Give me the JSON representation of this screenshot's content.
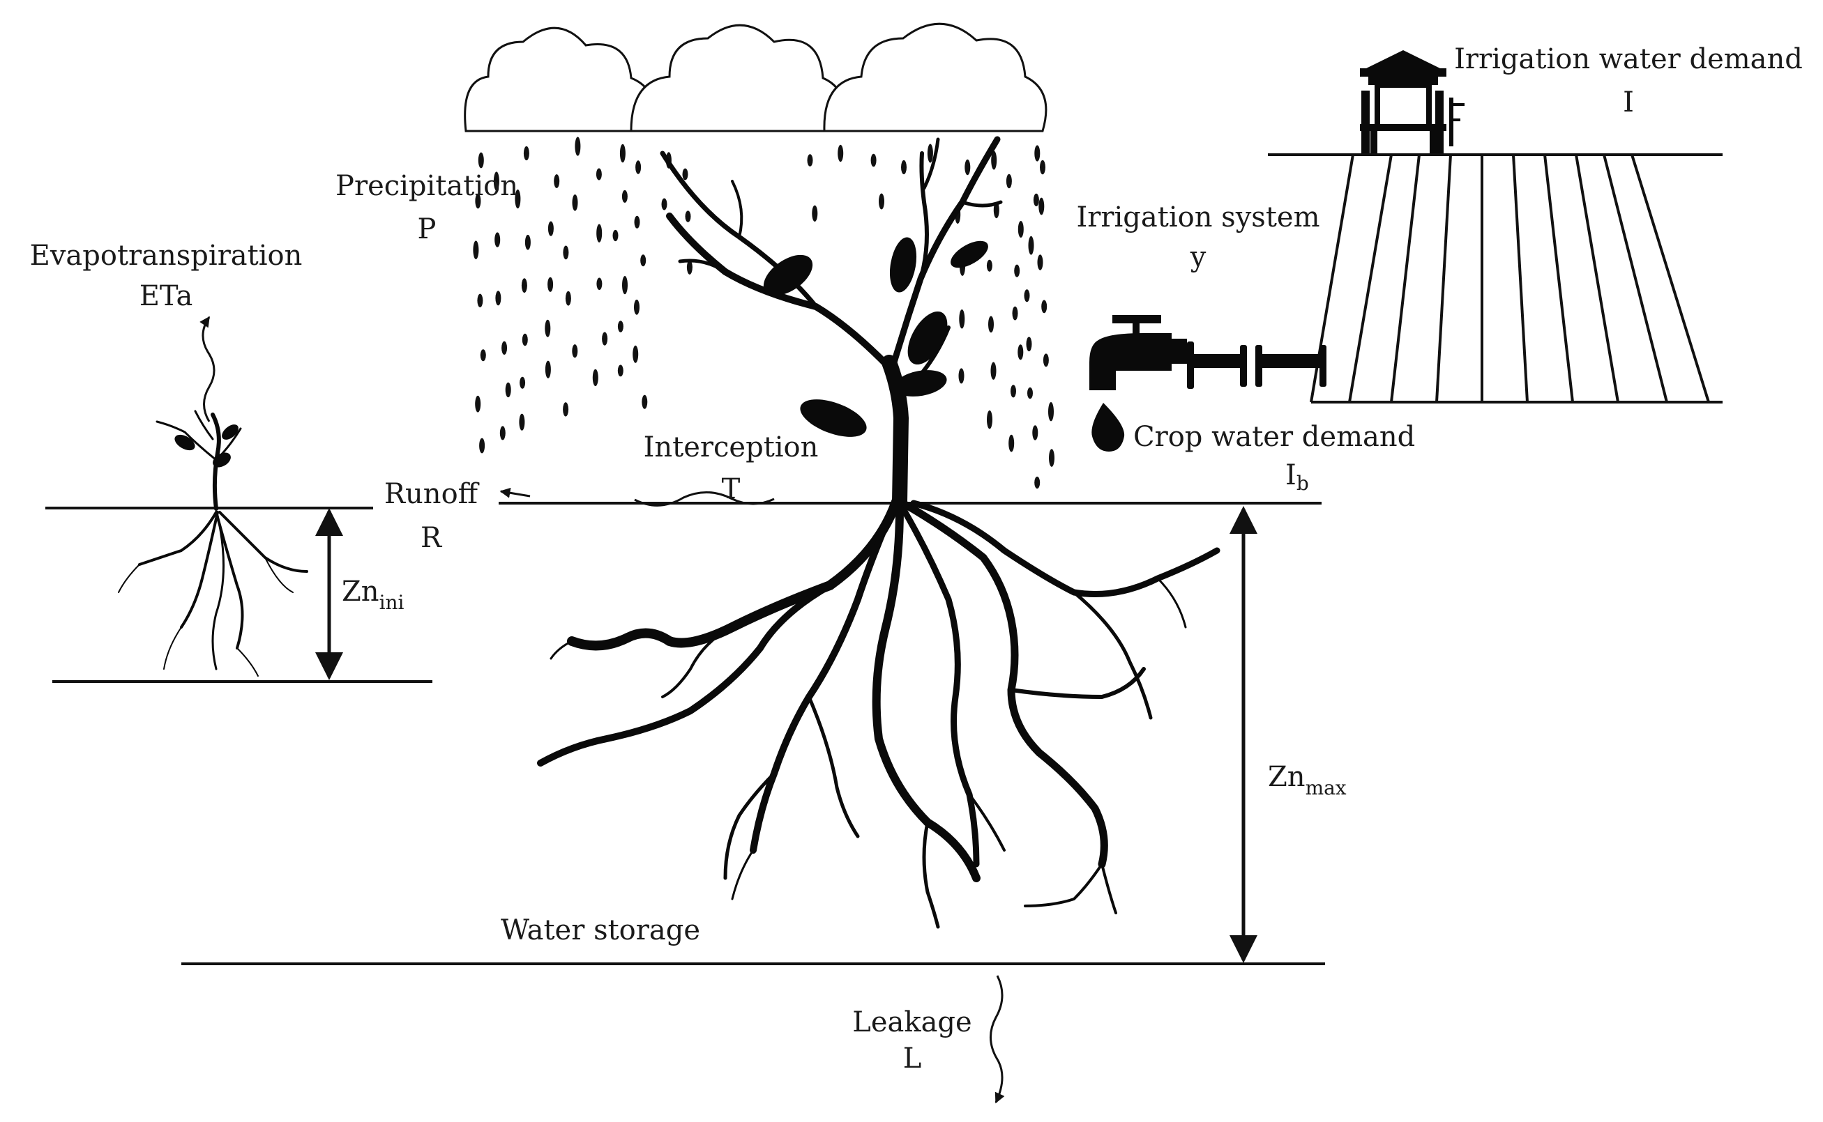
{
  "labels": {
    "evapotranspiration": "Evapotranspiration",
    "evapotranspiration_symbol": "ETa",
    "precipitation": "Precipitation",
    "precipitation_symbol": "P",
    "runoff": "Runoff",
    "runoff_symbol": "R",
    "interception": "Interception",
    "interception_symbol": "T",
    "irrigation_demand": "Irrigation water demand",
    "irrigation_demand_symbol": "I",
    "irrigation_system": "Irrigation system",
    "irrigation_system_symbol": "y",
    "crop_demand": "Crop water demand",
    "crop_demand_symbol": "I",
    "crop_demand_subscript": "b",
    "zn_ini": "Zn",
    "zn_ini_subscript": "ini",
    "zn_max": "Zn",
    "zn_max_subscript": "max",
    "water_storage": "Water storage",
    "leakage": "Leakage",
    "leakage_symbol": "L"
  },
  "icons": [
    "cloud-icon",
    "raindrop-icon",
    "tree-icon",
    "seedling-icon",
    "faucet-icon",
    "water-tower-icon",
    "field-icon"
  ]
}
